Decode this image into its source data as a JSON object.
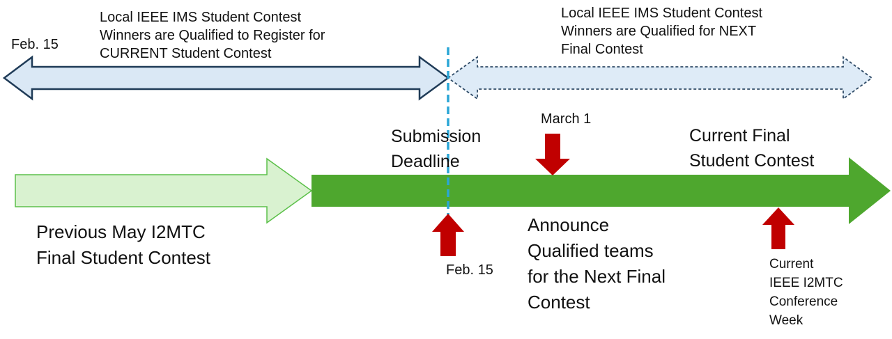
{
  "labels": {
    "top_left_date": "Feb. 15",
    "top_left_text": "Local IEEE IMS Student Contest\nWinners are Qualified to Register for\nCURRENT Student Contest",
    "top_right_text": "Local IEEE IMS Student Contest\nWinners are Qualified for NEXT\nFinal Contest",
    "submission_deadline": "Submission\nDeadline",
    "march_1": "March 1",
    "current_final": "Current Final\nStudent Contest",
    "previous_final": "Previous May I2MTC\nFinal Student Contest",
    "feb_15_bottom": "Feb. 15",
    "announce": "Announce\nQualified teams\nfor the Next Final\nContest",
    "conference_week": "Current\nIEEE I2MTC\nConference\nWeek"
  },
  "colors": {
    "blue_fill": "#dae8f5",
    "blue_stroke": "#1f3b57",
    "light_blue_fill": "#deebf7",
    "dashed_stroke": "#2e4a66",
    "deadline_line": "#2aa6d6",
    "pale_green_fill": "#d9f2d0",
    "pale_green_stroke": "#5cc04a",
    "green_fill": "#4ea72e",
    "red_arrow": "#c00000"
  }
}
